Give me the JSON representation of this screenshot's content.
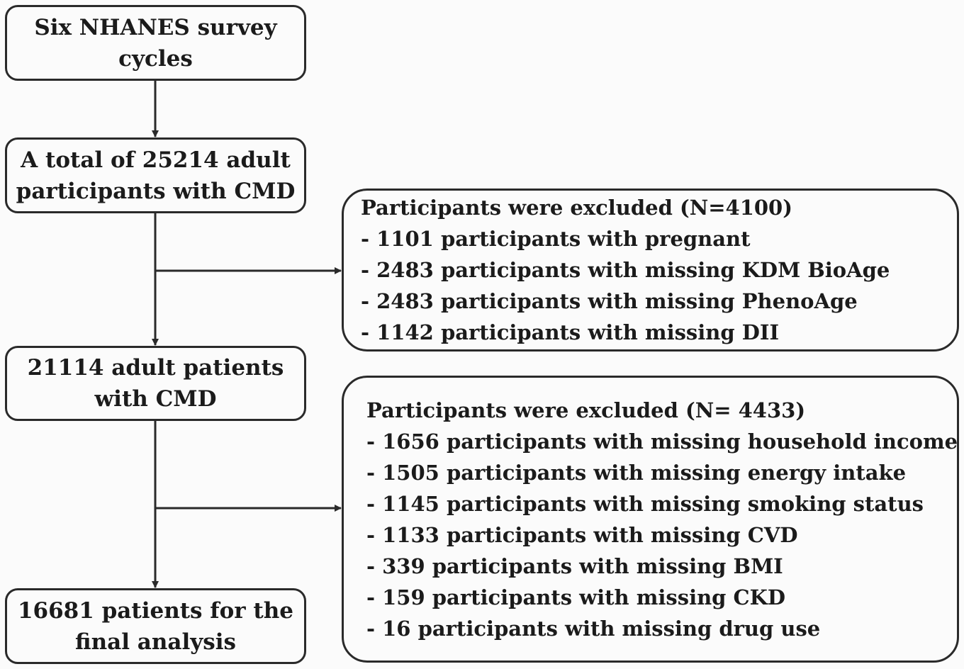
{
  "flow": {
    "step1": [
      "Six NHANES survey",
      "cycles"
    ],
    "step2": [
      "A total of  25214 adult",
      "participants with CMD"
    ],
    "step3": [
      "21114 adult patients",
      "with CMD"
    ],
    "step4": [
      "16681 patients for the",
      "final analysis"
    ]
  },
  "exclusion1": {
    "title": "Participants were excluded (N=4100)",
    "items": [
      "- 1101 participants with pregnant",
      "- 2483 participants with missing KDM BioAge",
      "- 2483 participants with missing PhenoAge",
      "- 1142 participants with missing DII"
    ]
  },
  "exclusion2": {
    "title": "Participants were excluded (N= 4433)",
    "items": [
      "- 1656 participants with missing household income",
      "- 1505 participants with missing energy intake",
      "- 1145 participants with missing smoking status",
      "- 1133 participants with missing CVD",
      "- 339 participants with missing BMI",
      "- 159 participants with missing CKD",
      "- 16 participants with missing drug use"
    ]
  },
  "colors": {
    "line": "#2a2a2a",
    "background": "#fbfbfb"
  }
}
